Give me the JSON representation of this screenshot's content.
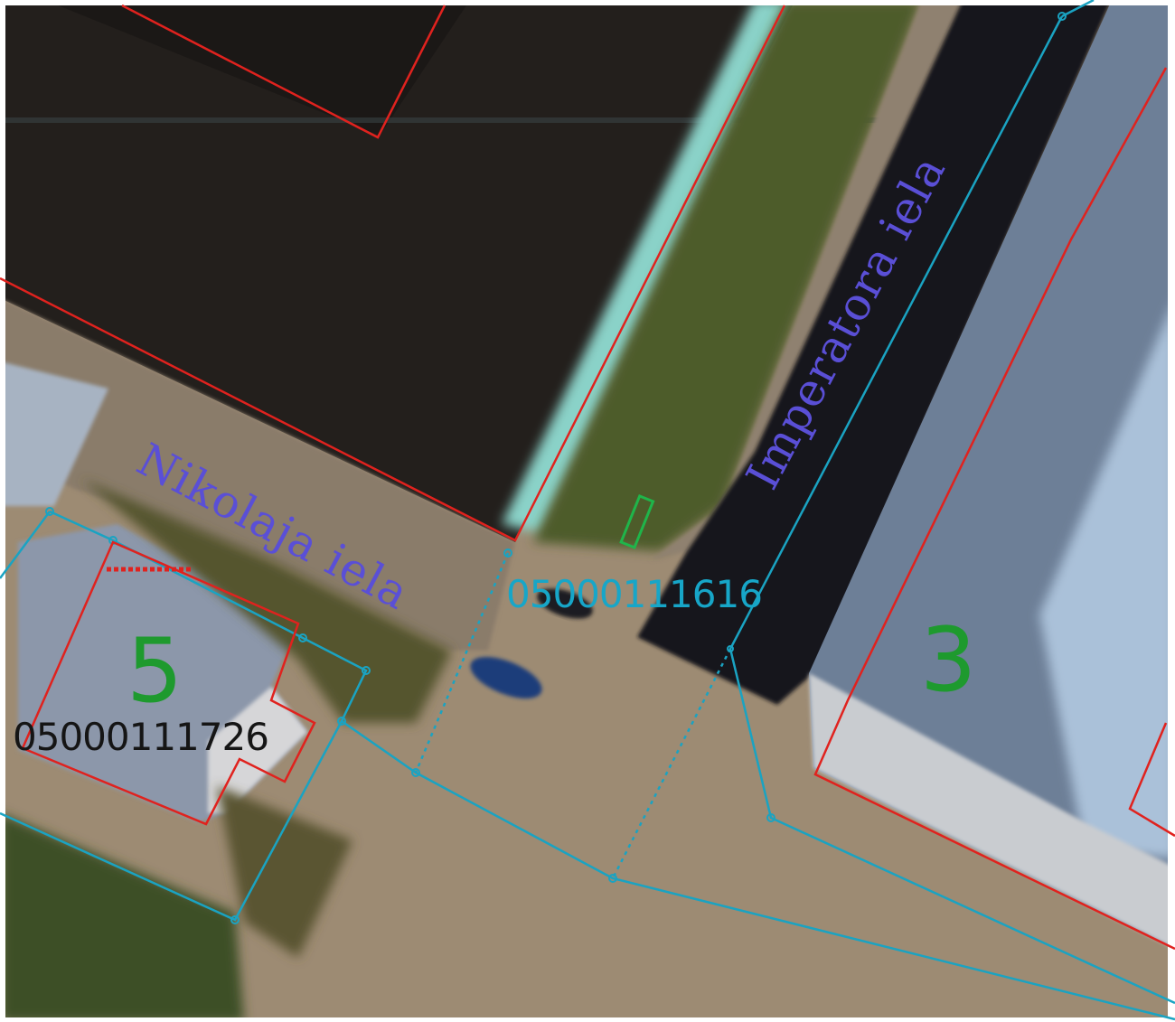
{
  "map": {
    "streets": [
      {
        "id": "nikolaja",
        "label": "Nikolaja iela"
      },
      {
        "id": "imperatora",
        "label": "Imperatora iela"
      }
    ],
    "parcels": [
      {
        "id": "parcel-5",
        "cadastral_number": "05000111726",
        "house_number": "5"
      },
      {
        "id": "parcel-road",
        "cadastral_number": "05000111616"
      },
      {
        "id": "parcel-3",
        "house_number": "3"
      }
    ],
    "colors": {
      "building_outline": "#e0221e",
      "parcel_boundary": "#1aa3c2",
      "street_label": "#5a4fd6",
      "house_number": "#1e9a2e",
      "road_parcel_label": "#17a6c8",
      "parcel_5_label": "#151515",
      "marker": "#1fb54a"
    }
  }
}
